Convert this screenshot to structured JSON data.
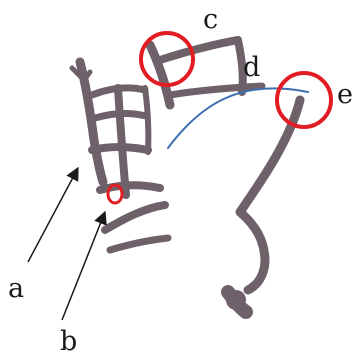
{
  "labels": {
    "a": "a",
    "b": "b",
    "c": "c",
    "d": "d",
    "e": "e"
  },
  "colors": {
    "ink": "#6e6169",
    "marker": "#e31b23",
    "curve": "#3d6fb0",
    "arrow": "#1a1a1a",
    "text": "#1a1a1a"
  }
}
